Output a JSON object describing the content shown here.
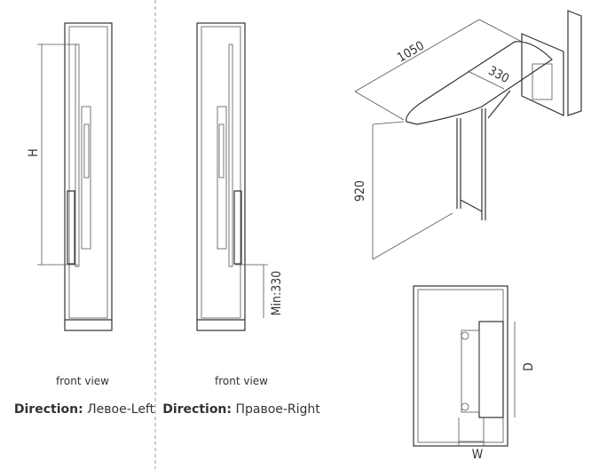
{
  "left_view": {
    "caption": "front view",
    "direction_label": "Direction:",
    "direction_value": "Левое-Left",
    "dim_height": "H"
  },
  "right_view": {
    "caption": "front view",
    "direction_label": "Direction:",
    "direction_value": "Правое-Right",
    "dim_min": "Min:330"
  },
  "iso_view": {
    "dim_length": "1050",
    "dim_width": "330",
    "dim_height": "920"
  },
  "plan_view": {
    "dim_depth": "D",
    "dim_width": "W"
  }
}
